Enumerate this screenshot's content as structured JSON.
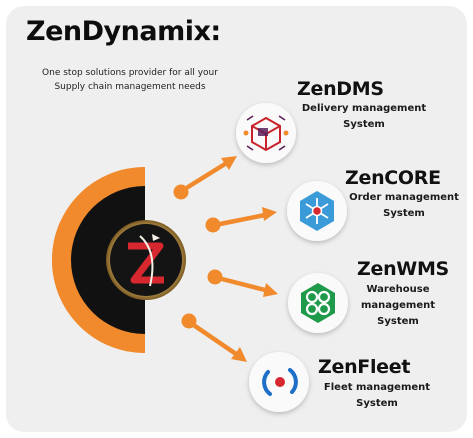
{
  "header": {
    "title": "ZenDynamix:",
    "tagline_lines": [
      "One stop solutions provider for all your",
      "Supply chain management needs"
    ]
  },
  "hub": {
    "icon": "zendynamix-logo-icon"
  },
  "products": [
    {
      "name": "ZenDMS",
      "desc_lines": [
        "Delivery management",
        "System"
      ],
      "icon": "box-network-icon"
    },
    {
      "name": "ZenCORE",
      "desc_lines": [
        "Order management",
        "System"
      ],
      "icon": "hexagon-hub-icon"
    },
    {
      "name": "ZenWMS",
      "desc_lines": [
        "Warehouse",
        "management",
        "System"
      ],
      "icon": "warehouse-knot-icon"
    },
    {
      "name": "ZenFleet",
      "desc_lines": [
        "Fleet management",
        "System"
      ],
      "icon": "fleet-arc-icon"
    }
  ],
  "colors": {
    "accent": "#f08a2c",
    "dark": "#111111",
    "card": "#efefef",
    "green": "#1f9a4a",
    "blue": "#3b9bd8",
    "red": "#d7282f"
  }
}
